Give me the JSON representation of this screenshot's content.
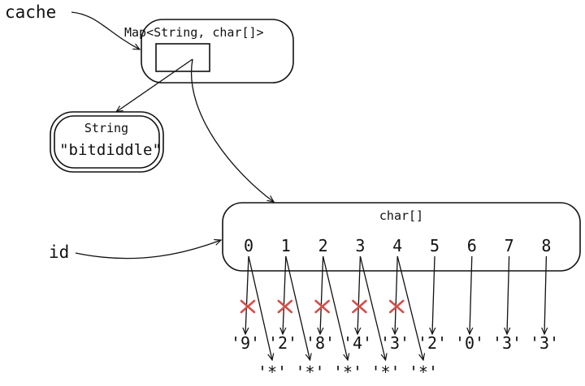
{
  "labels": {
    "cache": "cache",
    "id": "id"
  },
  "map_box": {
    "type_label": "Map<String, char[]>"
  },
  "string_box": {
    "type_label": "String",
    "value": "\"bitdiddle\""
  },
  "char_array": {
    "type_label": "char[]",
    "indices": [
      "0",
      "1",
      "2",
      "3",
      "4",
      "5",
      "6",
      "7",
      "8"
    ],
    "digits": [
      "'9'",
      "'2'",
      "'8'",
      "'4'",
      "'3'",
      "'2'",
      "'0'",
      "'3'",
      "'3'"
    ],
    "masked": [
      "'*'",
      "'*'",
      "'*'",
      "'*'",
      "'*'"
    ]
  },
  "colors": {
    "ink": "#111111",
    "cross_out": "#d0504a"
  }
}
